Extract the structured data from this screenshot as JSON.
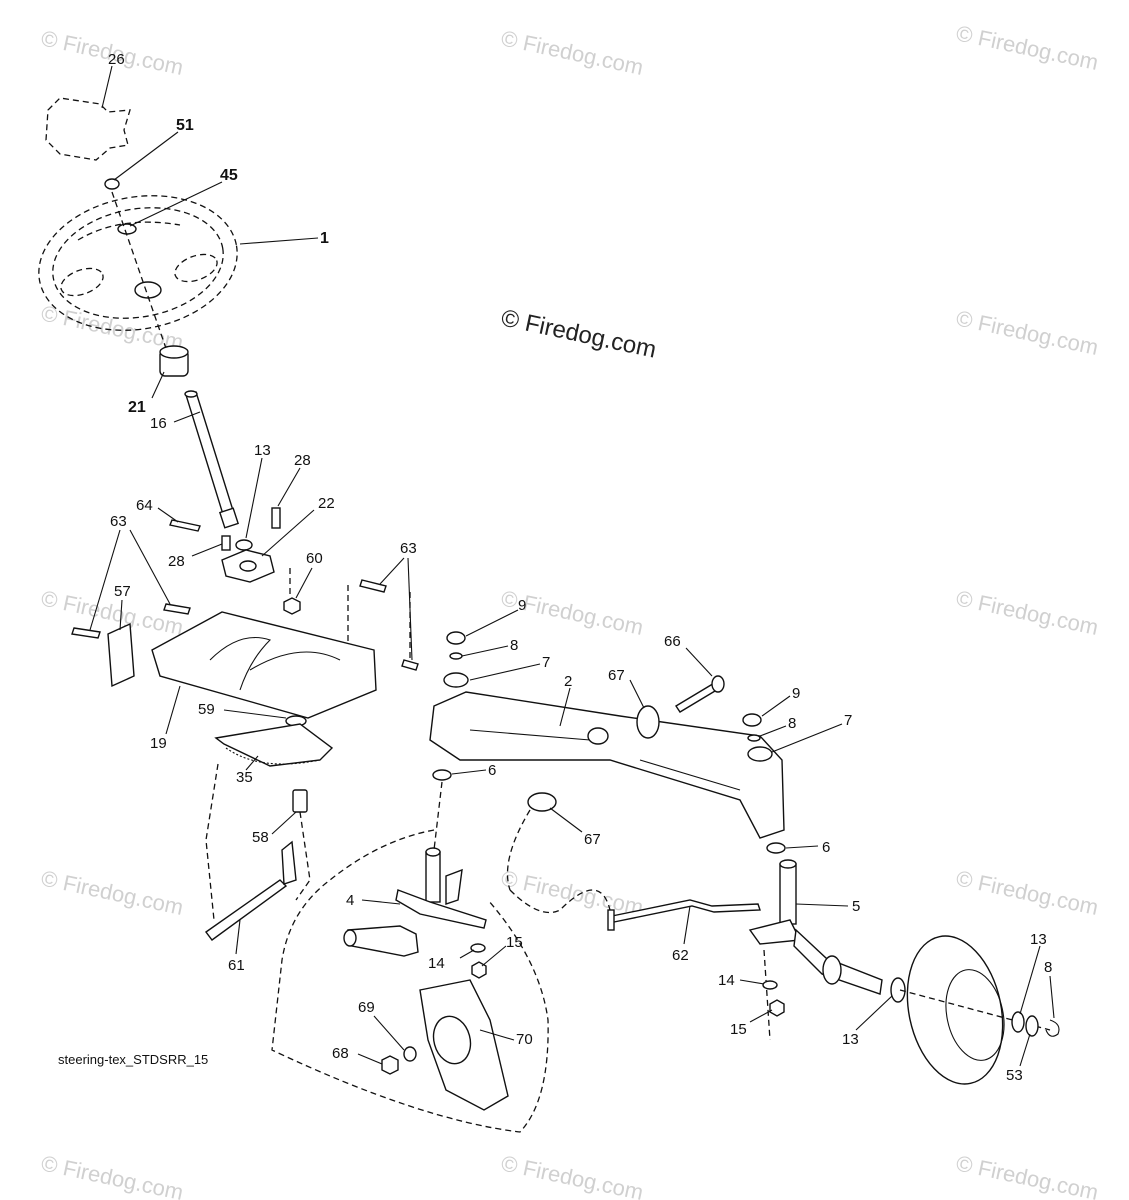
{
  "diagram": {
    "caption": "steering-tex_STDSRR_15",
    "watermark": "© Firedog.com",
    "callouts": [
      "26",
      "51",
      "45",
      "1",
      "21",
      "16",
      "13",
      "28",
      "64",
      "28",
      "22",
      "63",
      "60",
      "63",
      "57",
      "19",
      "59",
      "35",
      "58",
      "61",
      "9",
      "8",
      "7",
      "66",
      "67",
      "2",
      "9",
      "8",
      "7",
      "6",
      "67",
      "6",
      "4",
      "15",
      "14",
      "5",
      "62",
      "14",
      "15",
      "13",
      "8",
      "13",
      "53",
      "69",
      "70",
      "68"
    ]
  }
}
